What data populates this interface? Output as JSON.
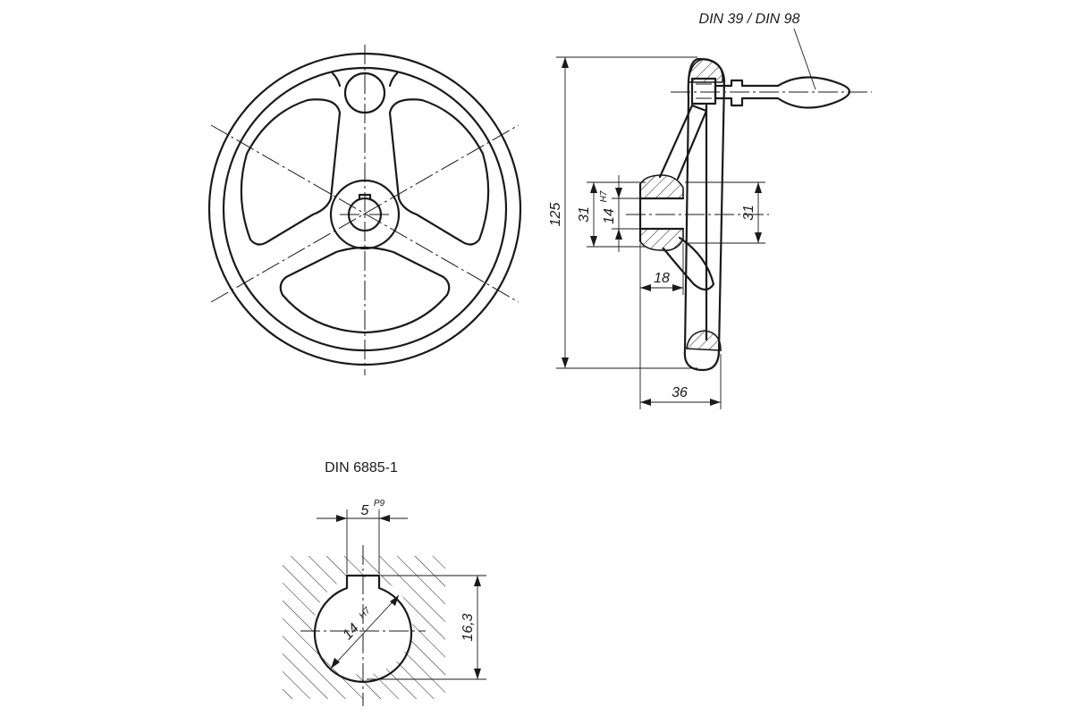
{
  "labels": {
    "din_handle": "DIN 39 / DIN 98",
    "din_keyway": "DIN 6885-1"
  },
  "dimensions": {
    "diameter": "125",
    "height_left": "31",
    "bore": "14",
    "bore_tol": "H7",
    "height_right": "31",
    "hub_offset": "18",
    "width": "36",
    "key_width": "5",
    "key_width_tol": "P9",
    "key_bore": "14",
    "key_bore_tol": "H7",
    "key_height": "16,3"
  }
}
